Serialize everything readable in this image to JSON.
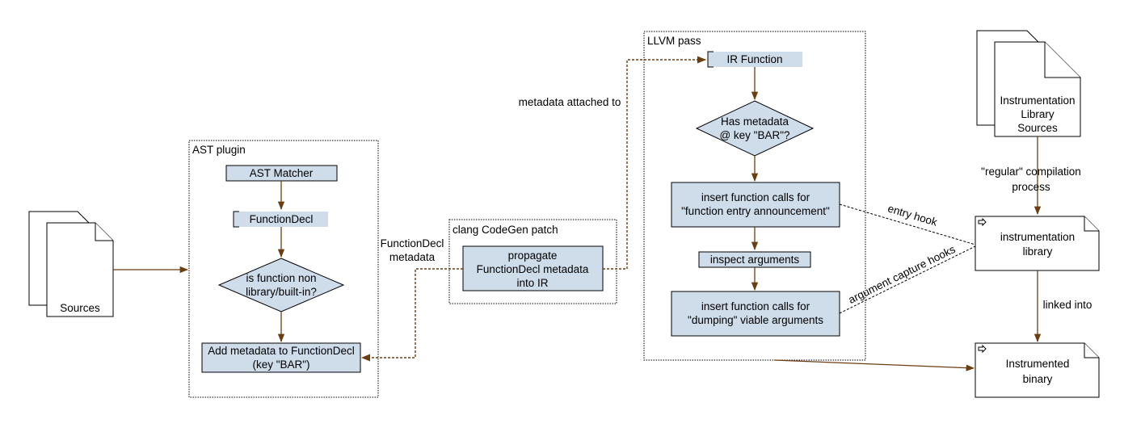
{
  "diagram": {
    "sources": {
      "label": "Sources"
    },
    "ast_plugin": {
      "title": "AST plugin",
      "ast_matcher": "AST Matcher",
      "function_decl": "FunctionDecl",
      "decision": [
        "is function non",
        "library/built-in?"
      ],
      "add_metadata": [
        "Add metadata to FunctionDecl",
        "(key \"BAR\")"
      ]
    },
    "functiondecl_metadata": [
      "FunctionDecl",
      "metadata"
    ],
    "codegen": {
      "title": "clang CodeGen patch",
      "propagate": [
        "propagate",
        "FunctionDecl metadata",
        "into IR"
      ]
    },
    "metadata_attached": "metadata attached to",
    "llvm_pass": {
      "title": "LLVM pass",
      "ir_function": "IR Function",
      "decision": [
        "Has metadata",
        "@ key \"BAR\"?"
      ],
      "insert_entry": [
        "insert function calls for",
        "\"function entry announcement\""
      ],
      "inspect": "inspect arguments",
      "insert_dump": [
        "insert function calls for",
        "\"dumping\" viable arguments"
      ]
    },
    "lib_sources": [
      "Instrumentation",
      "Library",
      "Sources"
    ],
    "regular_compilation": [
      "\"regular\" compilation",
      "process"
    ],
    "instr_library": [
      "instrumentation",
      "library"
    ],
    "linked_into": "linked into",
    "instr_binary": [
      "Instrumented",
      "binary"
    ],
    "entry_hook": "entry hook",
    "argument_hooks": "argument capture hooks"
  }
}
